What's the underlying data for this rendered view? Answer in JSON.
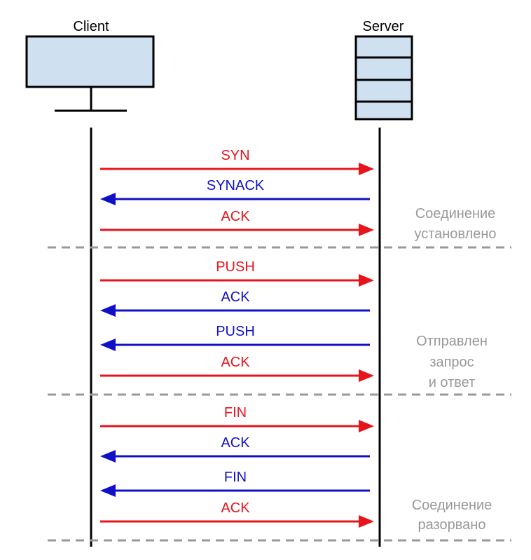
{
  "colors": {
    "client_to_server": "#e8141c",
    "server_to_client": "#1010c8",
    "phase_text": "#999999",
    "divider": "#999999",
    "device_fill": "#cfe0f1",
    "lifeline": "#000000"
  },
  "actors": {
    "client": {
      "label": "Client",
      "icon": "monitor-icon"
    },
    "server": {
      "label": "Server",
      "icon": "server-rack-icon"
    }
  },
  "messages": [
    {
      "label": "SYN",
      "direction": "client_to_server"
    },
    {
      "label": "SYNACK",
      "direction": "server_to_client"
    },
    {
      "label": "ACK",
      "direction": "client_to_server"
    },
    {
      "label": "PUSH",
      "direction": "client_to_server"
    },
    {
      "label": "ACK",
      "direction": "server_to_client"
    },
    {
      "label": "PUSH",
      "direction": "server_to_client"
    },
    {
      "label": "ACK",
      "direction": "client_to_server"
    },
    {
      "label": "FIN",
      "direction": "client_to_server"
    },
    {
      "label": "ACK",
      "direction": "server_to_client"
    },
    {
      "label": "FIN",
      "direction": "server_to_client"
    },
    {
      "label": "ACK",
      "direction": "client_to_server"
    }
  ],
  "phases": [
    {
      "lines": [
        "Соединение",
        "установлено"
      ]
    },
    {
      "lines": [
        "Отправлен",
        "запрос",
        "и ответ"
      ]
    },
    {
      "lines": [
        "Соединение",
        "разорвано"
      ]
    }
  ]
}
